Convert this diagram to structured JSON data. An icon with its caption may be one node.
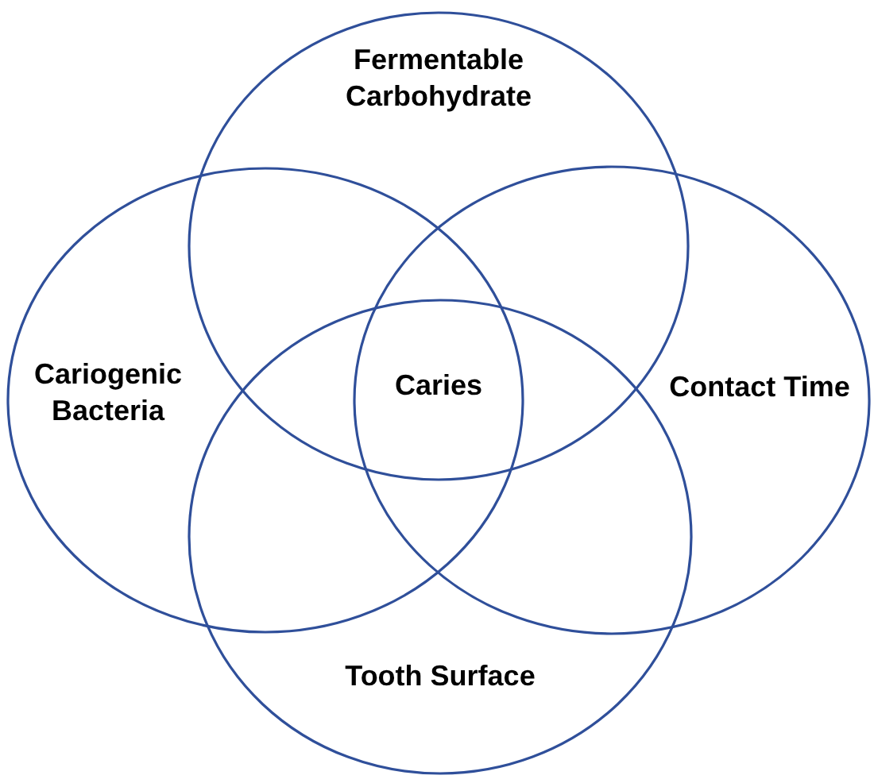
{
  "diagram": {
    "nodes": [
      {
        "text": [
          "Fermentable Carbohydrate"
        ]
      },
      {
        "text": [
          "Cariogenic Bacteria"
        ]
      },
      {
        "text": [
          "Contact Time"
        ]
      },
      {
        "text": [
          "Tooth Surface"
        ]
      },
      {
        "text": [
          "Caries"
        ]
      }
    ]
  }
}
